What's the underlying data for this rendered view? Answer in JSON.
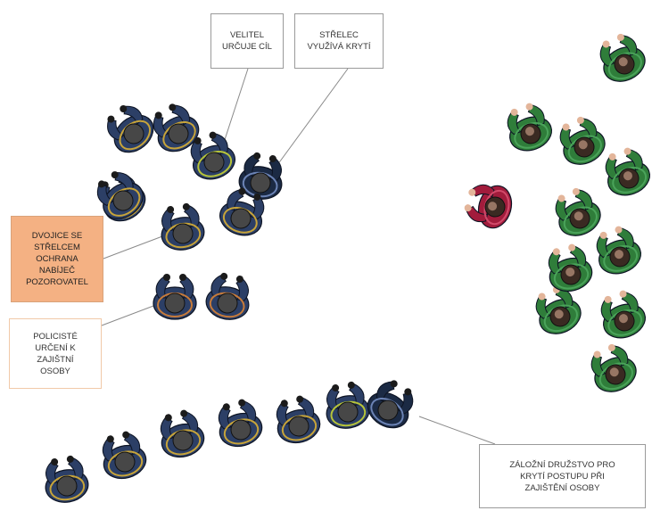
{
  "labels": {
    "commander": "VELITEL\nURČUJE CÍL",
    "shooter": "STŘELEC\nVYUŽÍVÁ KRYTÍ",
    "pair": "DVOJICE SE\nSTŘELCEM\nOCHRANA\nNABÍJEČ\nPOZOROVATEL",
    "police": "POLICISTÉ\nURČENÍ K\nZAJIŠTNÍ\nOSOBY",
    "reserve": "ZÁLOŽNÍ DRUŽSTVO PRO\nKRYTÍ POSTUPU PŘI\nZAJIŠTĚNÍ  OSOBY"
  },
  "colors": {
    "police_uniform": "#2c3f66",
    "commander_accent": "#b6c33a",
    "shooter_uniform": "#1b2a44",
    "orange_gear": "#c77b3a",
    "group_uniform": "#2f7d3a",
    "target_uniform": "#a21c3c",
    "skin": "#e3b59a",
    "callout_fill": "#f4b183",
    "leader_line": "#8a8a8a"
  },
  "figures": {
    "police_group": [
      {
        "role": "police",
        "icon": "police-officer-icon"
      },
      {
        "role": "police",
        "icon": "police-officer-icon"
      },
      {
        "role": "commander",
        "icon": "commander-icon"
      },
      {
        "role": "police",
        "icon": "police-officer-icon"
      },
      {
        "role": "shooter",
        "icon": "shooter-icon"
      },
      {
        "role": "police",
        "icon": "police-officer-icon"
      },
      {
        "role": "police",
        "icon": "police-officer-icon"
      },
      {
        "role": "police",
        "icon": "police-officer-icon"
      },
      {
        "role": "police-orange",
        "icon": "arrest-officer-icon"
      },
      {
        "role": "police-orange",
        "icon": "arrest-officer-icon"
      }
    ],
    "reserve_group": [
      {
        "role": "police",
        "icon": "police-officer-icon"
      },
      {
        "role": "police",
        "icon": "police-officer-icon"
      },
      {
        "role": "police",
        "icon": "police-officer-icon"
      },
      {
        "role": "police",
        "icon": "police-officer-icon"
      },
      {
        "role": "police",
        "icon": "police-officer-icon"
      },
      {
        "role": "commander",
        "icon": "commander-icon"
      },
      {
        "role": "shooter",
        "icon": "shooter-icon"
      }
    ],
    "target": {
      "role": "target",
      "icon": "target-person-icon"
    },
    "crowd_count": 10,
    "crowd_icon": "group-member-icon"
  }
}
